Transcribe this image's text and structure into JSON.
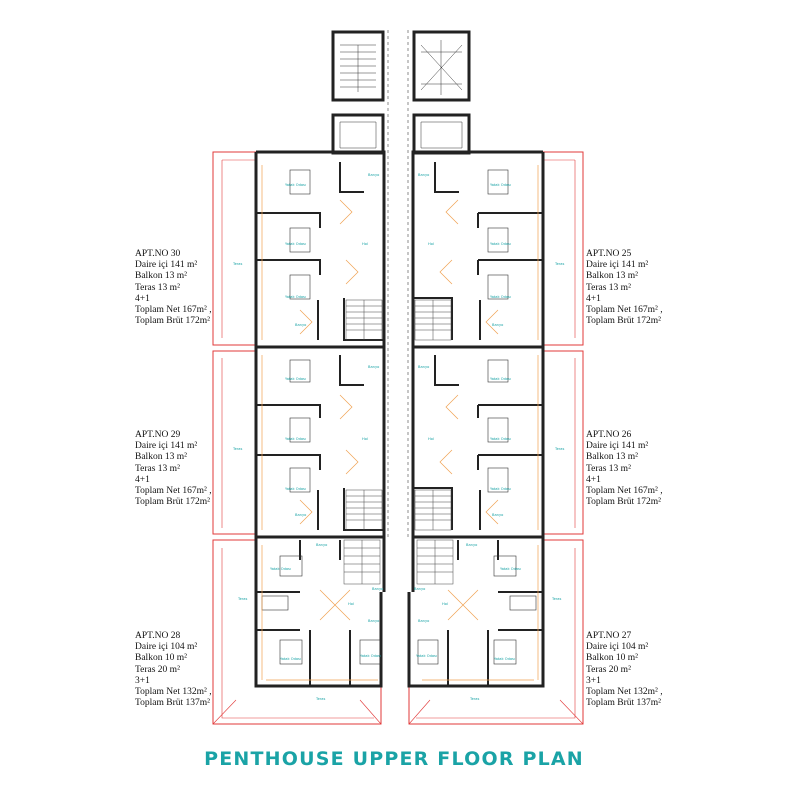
{
  "title": "PENTHOUSE UPPER FLOOR PLAN",
  "colors": {
    "title": "#1aa3a6",
    "terrace": "#e23a3a",
    "walls": "#222222",
    "furniture": "#f0a050",
    "room_labels": "#1aa3a6"
  },
  "apartments": [
    {
      "id": "apt30",
      "name": "APT.NO 30",
      "daire": "Daire içi 141 m²",
      "balkon": "Balkon 13 m²",
      "teras": "Teras 13 m²",
      "rooms": "4+1",
      "net": "Toplam Net 167m² ,",
      "brut": "Toplam Brüt 172m²"
    },
    {
      "id": "apt25",
      "name": "APT.NO 25",
      "daire": "Daire içi 141 m²",
      "balkon": "Balkon 13 m²",
      "teras": "Teras 13 m²",
      "rooms": "4+1",
      "net": "Toplam Net 167m² ,",
      "brut": "Toplam Brüt 172m²"
    },
    {
      "id": "apt29",
      "name": "APT.NO 29",
      "daire": "Daire içi 141 m²",
      "balkon": "Balkon 13 m²",
      "teras": "Teras 13 m²",
      "rooms": "4+1",
      "net": "Toplam Net 167m² ,",
      "brut": "Toplam Brüt 172m²"
    },
    {
      "id": "apt26",
      "name": "APT.NO 26",
      "daire": "Daire içi 141 m²",
      "balkon": "Balkon 13 m²",
      "teras": "Teras 13 m²",
      "rooms": "4+1",
      "net": "Toplam Net 167m² ,",
      "brut": "Toplam Brüt 172m²"
    },
    {
      "id": "apt28",
      "name": "APT.NO 28",
      "daire": "Daire içi 104 m²",
      "balkon": "Balkon 10 m²",
      "teras": "Teras 20 m²",
      "rooms": "3+1",
      "net": "Toplam Net 132m² ,",
      "brut": "Toplam Brüt 137m²"
    },
    {
      "id": "apt27",
      "name": "APT.NO 27",
      "daire": "Daire içi 104 m²",
      "balkon": "Balkon 10 m²",
      "teras": "Teras 20 m²",
      "rooms": "3+1",
      "net": "Toplam Net 132m² ,",
      "brut": "Toplam Brüt 137m²"
    }
  ],
  "room_labels": {
    "yatak_odasi": "Yatak Odası",
    "banyo": "Banyo",
    "hol": "Hol",
    "teras": "Teras"
  }
}
